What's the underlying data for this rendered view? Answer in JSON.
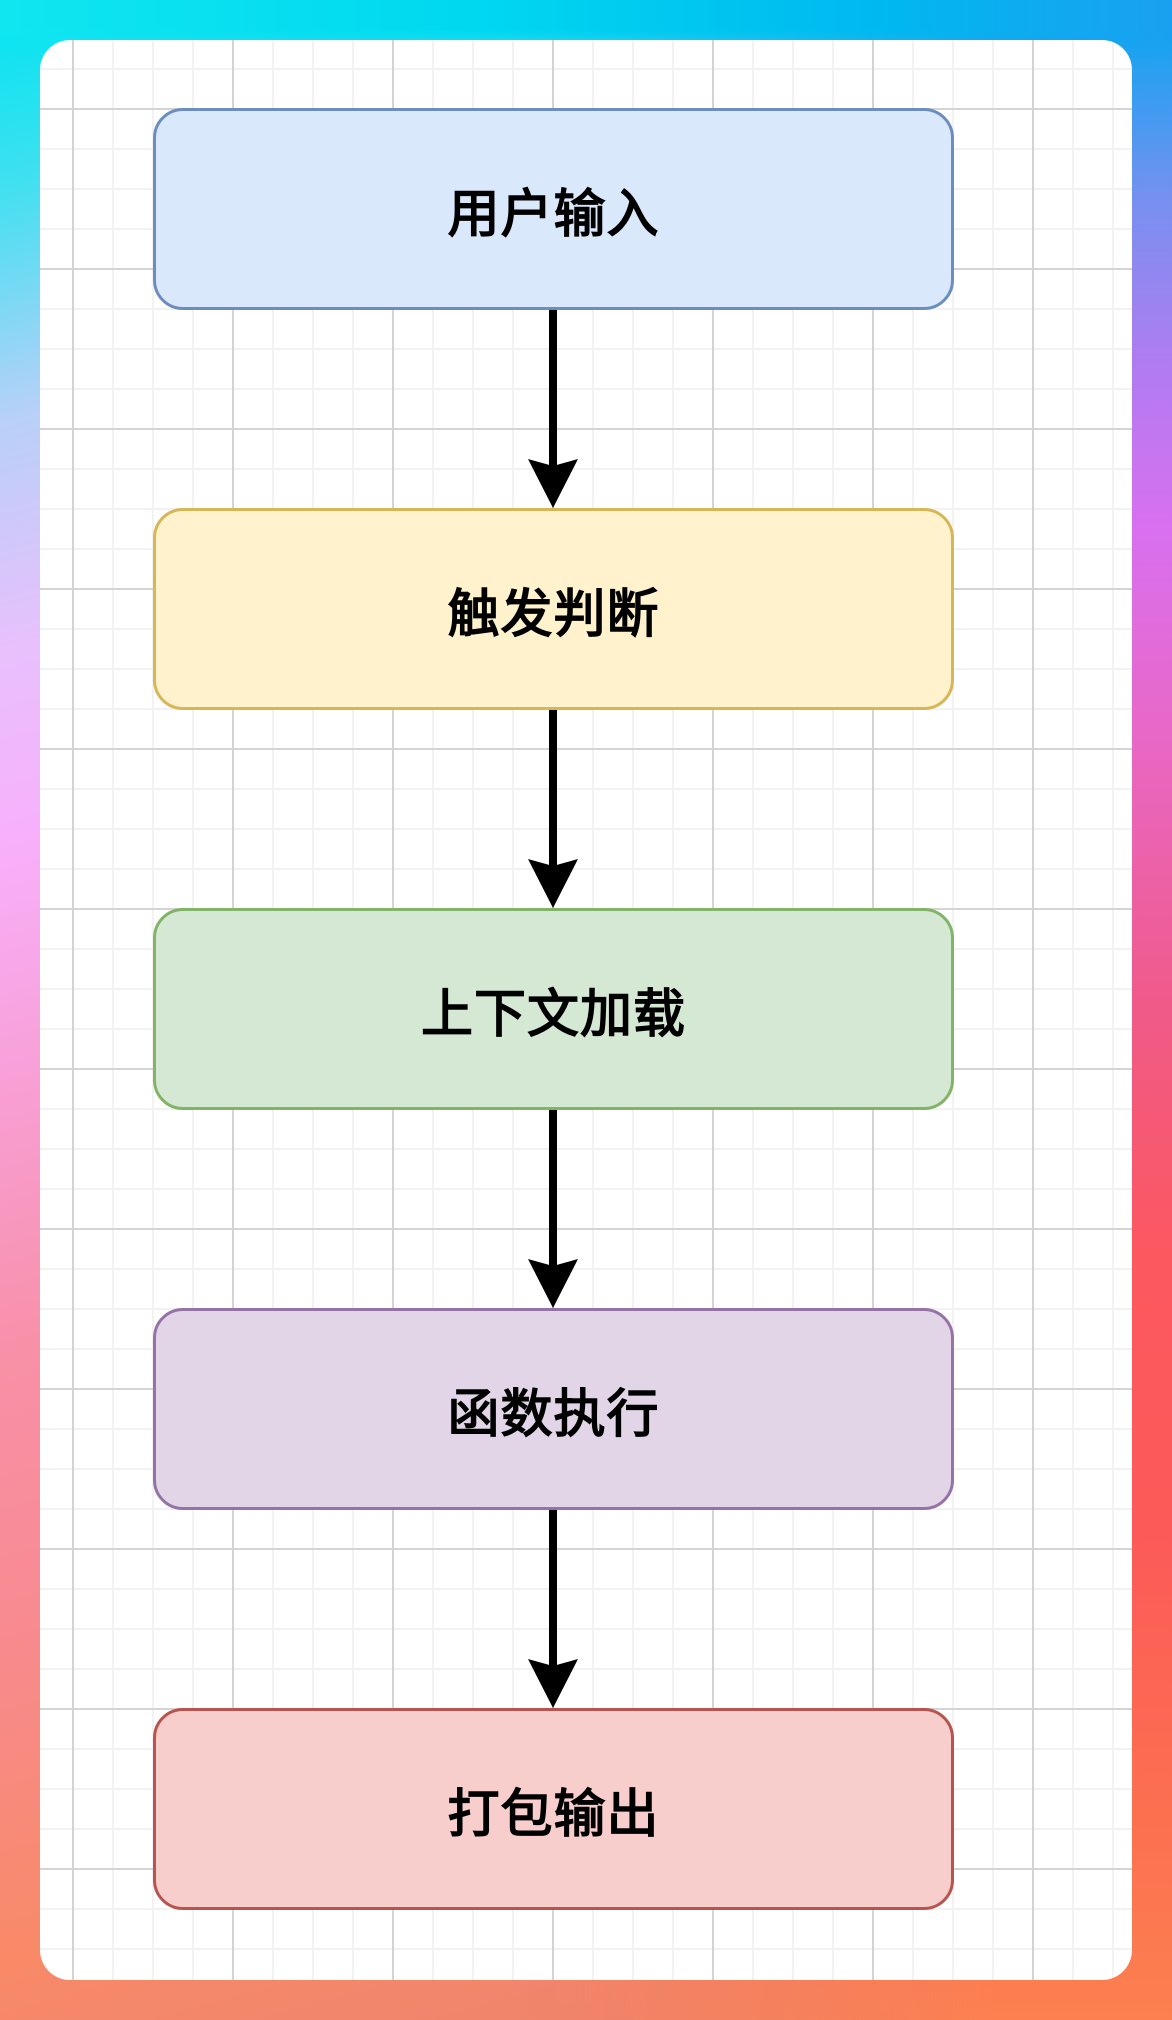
{
  "diagram": {
    "type": "flowchart",
    "direction": "top-to-bottom",
    "nodes": [
      {
        "id": "n1",
        "label": "用户输入",
        "fill": "#dae8fc",
        "stroke": "#6c8ebf"
      },
      {
        "id": "n2",
        "label": "触发判断",
        "fill": "#fff2cc",
        "stroke": "#d6b656"
      },
      {
        "id": "n3",
        "label": "上下文加载",
        "fill": "#d5e8d4",
        "stroke": "#82b366"
      },
      {
        "id": "n4",
        "label": "函数执行",
        "fill": "#e1d5e7",
        "stroke": "#9673a6"
      },
      {
        "id": "n5",
        "label": "打包输出",
        "fill": "#f8cecc",
        "stroke": "#b85450"
      }
    ],
    "edges": [
      {
        "from": "n1",
        "to": "n2"
      },
      {
        "from": "n2",
        "to": "n3"
      },
      {
        "from": "n3",
        "to": "n4"
      },
      {
        "from": "n4",
        "to": "n5"
      }
    ],
    "edge_color": "#000000"
  }
}
